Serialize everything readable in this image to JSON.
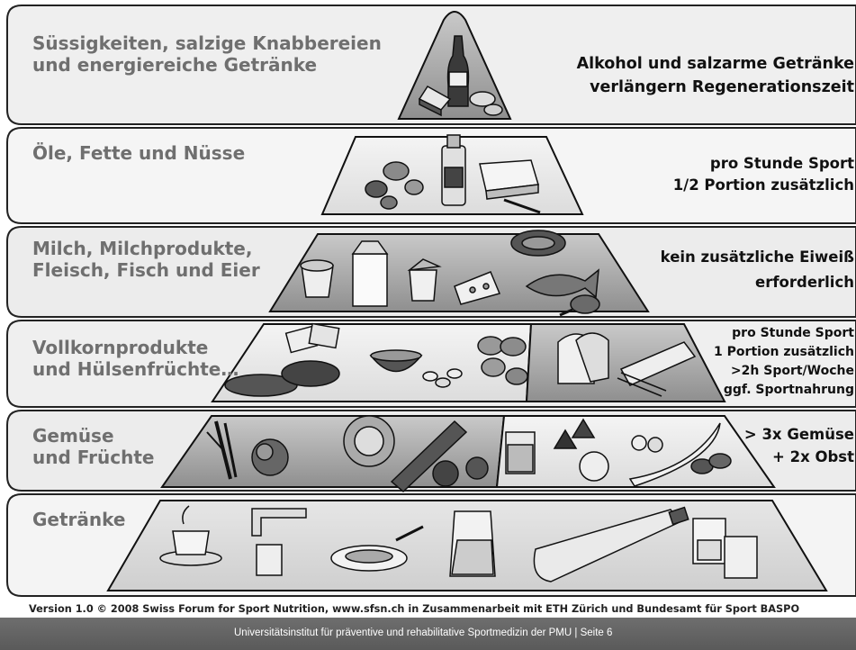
{
  "bands": [
    {
      "label": [
        "Süssigkeiten, salzige Knabbereien",
        "und energiereiche Getränke"
      ]
    },
    {
      "label": [
        "Öle, Fette und Nüsse"
      ]
    },
    {
      "label": [
        "Milch, Milchprodukte,",
        "Fleisch, Fisch und Eier"
      ]
    },
    {
      "label": [
        "Vollkornprodukte",
        "und Hülsenfrüchte…"
      ]
    },
    {
      "label": [
        "Gemüse",
        "und Früchte"
      ]
    },
    {
      "label": [
        "Getränke"
      ]
    }
  ],
  "notes": [
    {
      "lines": [
        "Alkohol und salzarme Getränke",
        "verlängern Regenerationszeit"
      ]
    },
    {
      "lines": [
        "pro Stunde Sport",
        "1/2 Portion zusätzlich"
      ]
    },
    {
      "lines": [
        "kein zusätzliche Eiweiß",
        "erforderlich"
      ]
    },
    {
      "lines": [
        "pro Stunde Sport",
        "1 Portion zusätzlich",
        ">2h Sport/Woche",
        "ggf. Sportnahrung"
      ]
    },
    {
      "lines": [
        "> 3x Gemüse",
        "+ 2x Obst"
      ]
    }
  ],
  "food_icons": {
    "tier1": [
      "soda-bottle-icon",
      "cake-icon",
      "chips-icon"
    ],
    "tier2": [
      "nuts-icon",
      "oil-bottle-icon",
      "butter-icon"
    ],
    "tier3": [
      "yogurt-icon",
      "milk-carton-icon",
      "cheese-icon",
      "steak-icon",
      "fish-icon",
      "chicken-leg-icon"
    ],
    "tier4": [
      "crispbread-icon",
      "bread-icon",
      "cereal-bowl-icon",
      "beans-icon",
      "potatoes-icon",
      "pasta-icon"
    ],
    "tier5": [
      "leek-icon",
      "cauliflower-icon",
      "lettuce-icon",
      "cucumber-icon",
      "tomato-icon",
      "juice-glass-icon",
      "strawberries-icon",
      "apple-icon",
      "cherries-icon",
      "banana-icon"
    ],
    "tier6": [
      "coffee-cup-icon",
      "faucet-icon",
      "soup-plate-icon",
      "jug-icon",
      "water-bottle-icon",
      "water-glasses-icon"
    ]
  },
  "version_line": "Version 1.0 © 2008 Swiss Forum for Sport Nutrition, www.sfsn.ch in Zusammenarbeit mit ETH Zürich und Bundesamt für Sport BASPO",
  "footer": {
    "text": "Universitätsinstitut für präventive und rehabilitative Sportmedizin der PMU | Seite 6",
    "logos": [
      "runner-logo-icon",
      "university-seal-icon",
      "crest-icon"
    ]
  },
  "colors": {
    "band_fill": "#ededed",
    "tier_fill_light": "#d6d6d6",
    "tier_fill_dark": "#9a9a9a",
    "label_gray": "#6f6f6f",
    "footer_bar": "#666666"
  }
}
